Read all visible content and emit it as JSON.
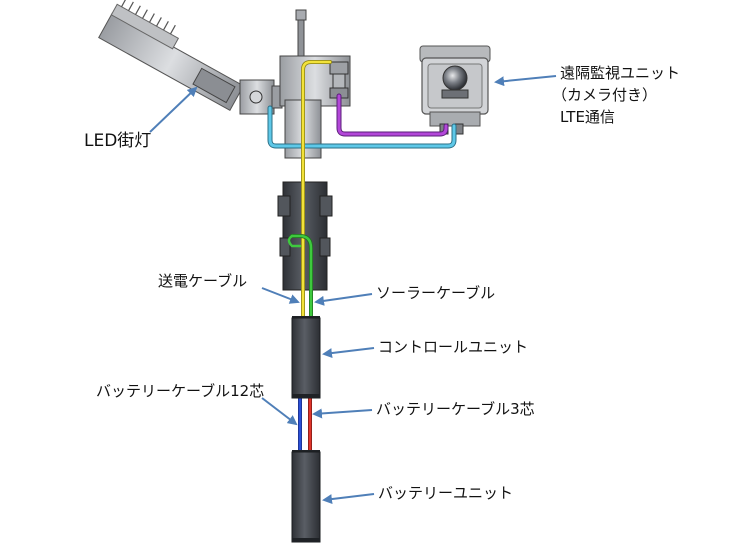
{
  "labels": {
    "led_street_light": "LED街灯",
    "remote_unit_line1": "遠隔監視ユニット",
    "remote_unit_line2": "（カメラ付き）",
    "remote_unit_line3": "LTE通信",
    "power_cable": "送電ケーブル",
    "solar_cable": "ソーラーケーブル",
    "control_unit": "コントロールユニット",
    "battery_cable_12": "バッテリーケーブル12芯",
    "battery_cable_3": "バッテリーケーブル3芯",
    "battery_unit": "バッテリーユニット"
  },
  "colors": {
    "arrow": "#4f7fb8",
    "cable_yellow": "#f2e23a",
    "cable_green": "#3ec93e",
    "cable_cyan": "#5ec8e8",
    "cable_purple": "#b347d9",
    "cable_red": "#e0342a",
    "cable_blue": "#2a4fd6",
    "unit_dark": "#3e4147",
    "metal_light": "#c9cbce"
  }
}
